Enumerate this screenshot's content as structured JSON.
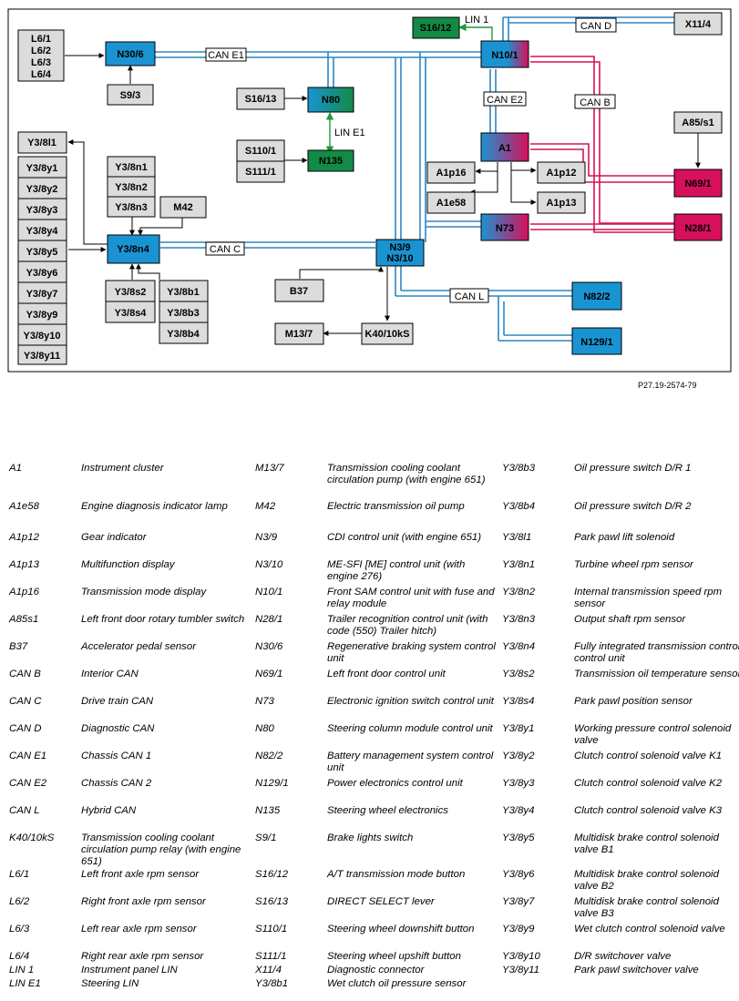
{
  "figure_id": "P27.19-2574-79",
  "boxes": {
    "L6_group": [
      "L6/1",
      "L6/2",
      "L6/3",
      "L6/4"
    ],
    "N30_6": "N30/6",
    "S9_3": "S9/3",
    "S16_13": "S16/13",
    "N80": "N80",
    "S110_1": "S110/1",
    "S111_1": "S111/1",
    "N135": "N135",
    "S16_12": "S16/12",
    "X11_4": "X11/4",
    "N10_1": "N10/1",
    "A85s1": "A85/s1",
    "A1": "A1",
    "A1p16": "A1p16",
    "A1p12": "A1p12",
    "A1e58": "A1e58",
    "A1p13": "A1p13",
    "N69_1": "N69/1",
    "N73": "N73",
    "N28_1": "N28/1",
    "Y3_8l1": "Y3/8l1",
    "Y3_y_group": [
      "Y3/8y1",
      "Y3/8y2",
      "Y3/8y3",
      "Y3/8y4",
      "Y3/8y5",
      "Y3/8y6",
      "Y3/8y7",
      "Y3/8y9",
      "Y3/8y10",
      "Y3/8y11"
    ],
    "Y3_n_group": [
      "Y3/8n1",
      "Y3/8n2",
      "Y3/8n3"
    ],
    "M42": "M42",
    "Y3_8n4": "Y3/8n4",
    "Y3_s_group": [
      "Y3/8s2",
      "Y3/8s4"
    ],
    "Y3_b_group": [
      "Y3/8b1",
      "Y3/8b3",
      "Y3/8b4"
    ],
    "N3": "N3/9\nN3/10",
    "B37": "B37",
    "M13_7": "M13/7",
    "K40": "K40/10kS",
    "N82_2": "N82/2",
    "N129_1": "N129/1"
  },
  "bus_labels": {
    "can_e1": "CAN E1",
    "can_e2": "CAN E2",
    "can_d": "CAN D",
    "can_b": "CAN B",
    "can_c": "CAN C",
    "can_l": "CAN L",
    "lin_1": "LIN 1",
    "lin_e1": "LIN E1"
  },
  "colors": {
    "can_blue": "#2e86c1",
    "can_red": "#d6105a",
    "lin_green": "#1d9a3a",
    "ecu_blue": "#1a93d3",
    "ecu_green": "#138a45",
    "ecu_red": "#d6105a",
    "component_grey": "#dcdcdc"
  },
  "legend": [
    [
      [
        "A1",
        "Instrument cluster"
      ],
      [
        "A1e58",
        "Engine diagnosis indicator lamp"
      ],
      [
        "A1p12",
        "Gear indicator"
      ],
      [
        "A1p13",
        "Multifunction display"
      ],
      [
        "A1p16",
        "Transmission mode display"
      ],
      [
        "A85s1",
        "Left front door rotary tumbler switch"
      ],
      [
        "B37",
        "Accelerator pedal sensor"
      ],
      [
        "CAN B",
        "Interior CAN"
      ],
      [
        "CAN C",
        "Drive train CAN"
      ],
      [
        "CAN D",
        "Diagnostic CAN"
      ],
      [
        "CAN E1",
        "Chassis CAN 1"
      ],
      [
        "CAN E2",
        "Chassis CAN 2"
      ],
      [
        "CAN L",
        "Hybrid CAN"
      ],
      [
        "K40/10kS",
        "Transmission cooling coolant circulation pump relay (with engine 651)"
      ],
      [
        "L6/1",
        "Left front axle rpm sensor"
      ],
      [
        "L6/2",
        "Right front axle rpm sensor"
      ],
      [
        "L6/3",
        "Left rear axle rpm sensor"
      ],
      [
        "L6/4",
        "Right rear axle rpm sensor"
      ],
      [
        "LIN 1",
        "Instrument panel LIN"
      ],
      [
        "LIN E1",
        "Steering LIN"
      ]
    ],
    [
      [
        "M13/7",
        "Transmission cooling coolant circulation pump (with engine 651)"
      ],
      [
        "M42",
        "Electric transmission oil pump"
      ],
      [
        "N3/9",
        "CDI control unit (with engine 651)"
      ],
      [
        "N3/10",
        "ME-SFI [ME] control unit (with engine 276)"
      ],
      [
        "N10/1",
        "Front SAM control unit with fuse and relay module"
      ],
      [
        "N28/1",
        "Trailer recognition control unit (with code (550) Trailer hitch)"
      ],
      [
        "N30/6",
        "Regenerative braking system control unit"
      ],
      [
        "N69/1",
        "Left front door control unit"
      ],
      [
        "N73",
        "Electronic ignition switch control unit"
      ],
      [
        "N80",
        "Steering column module control unit"
      ],
      [
        "N82/2",
        "Battery management system control unit"
      ],
      [
        "N129/1",
        "Power electronics control unit"
      ],
      [
        "N135",
        "Steering wheel electronics"
      ],
      [
        "S9/1",
        "Brake lights switch"
      ],
      [
        "S16/12",
        "A/T transmission mode button"
      ],
      [
        "S16/13",
        "DIRECT SELECT lever"
      ],
      [
        "S110/1",
        "Steering wheel downshift button"
      ],
      [
        "S111/1",
        "Steering wheel upshift button"
      ],
      [
        "X11/4",
        "Diagnostic connector"
      ],
      [
        "Y3/8b1",
        "Wet clutch oil pressure sensor"
      ]
    ],
    [
      [
        "Y3/8b3",
        "Oil pressure switch D/R 1"
      ],
      [
        "Y3/8b4",
        "Oil pressure switch D/R 2"
      ],
      [
        "Y3/8l1",
        "Park pawl lift solenoid"
      ],
      [
        "Y3/8n1",
        "Turbine wheel rpm sensor"
      ],
      [
        "Y3/8n2",
        "Internal transmission speed rpm sensor"
      ],
      [
        "Y3/8n3",
        "Output shaft rpm sensor"
      ],
      [
        "Y3/8n4",
        "Fully integrated transmission control control unit"
      ],
      [
        "Y3/8s2",
        "Transmission oil temperature sensor"
      ],
      [
        "Y3/8s4",
        "Park pawl position sensor"
      ],
      [
        "Y3/8y1",
        "Working pressure control solenoid valve"
      ],
      [
        "Y3/8y2",
        "Clutch control solenoid valve K1"
      ],
      [
        "Y3/8y3",
        "Clutch control solenoid valve K2"
      ],
      [
        "Y3/8y4",
        "Clutch control solenoid valve K3"
      ],
      [
        "Y3/8y5",
        "Multidisk brake control solenoid valve B1"
      ],
      [
        "Y3/8y6",
        "Multidisk brake control solenoid valve B2"
      ],
      [
        "Y3/8y7",
        "Multidisk brake control solenoid valve B3"
      ],
      [
        "Y3/8y9",
        "Wet clutch control solenoid valve"
      ],
      [
        "Y3/8y10",
        "D/R switchover valve"
      ],
      [
        "Y3/8y11",
        "Park pawl switchover valve"
      ]
    ]
  ]
}
